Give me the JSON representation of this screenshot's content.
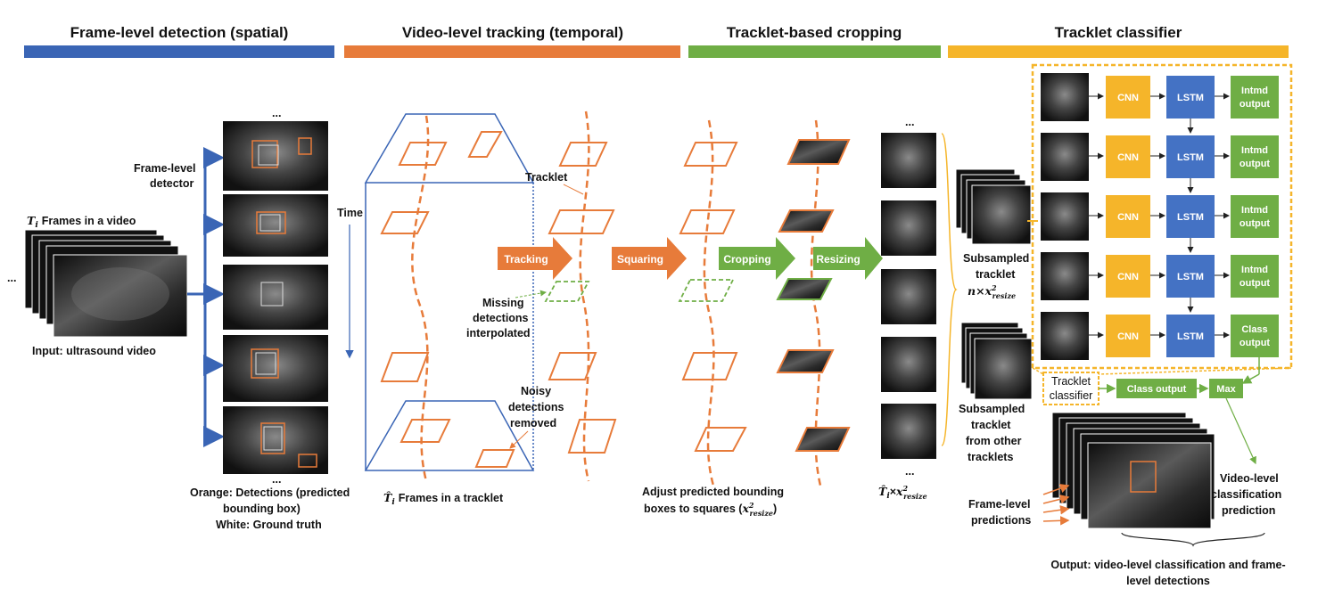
{
  "headers": {
    "frame_detection": "Frame-level detection (spatial)",
    "video_tracking": "Video-level tracking (temporal)",
    "cropping": "Tracklet-based cropping",
    "classifier": "Tracklet classifier"
  },
  "colors": {
    "blue": "#3a65b5",
    "orange": "#e77b3a",
    "green": "#6fae45",
    "yellow": "#f5b52a",
    "lstm_blue": "#4472c4",
    "dark_frame": "#1a1a1a"
  },
  "labels": {
    "frames_in_video": "Frames in a video",
    "frames_in_video_var": "T",
    "frames_in_video_sub": "i",
    "input": "Input: ultrasound video",
    "frame_level_detector_1": "Frame-level",
    "frame_level_detector_2": "detector",
    "legend_orange_1": "Orange: Detections (predicted",
    "legend_orange_2": "bounding box)",
    "legend_white": "White: Ground truth",
    "time": "Time",
    "tracklet": "Tracklet",
    "missing_1": "Missing",
    "missing_2": "detections",
    "missing_3": "interpolated",
    "noisy_1": "Noisy",
    "noisy_2": "detections",
    "noisy_3": "removed",
    "frames_in_tracklet": "Frames in a tracklet",
    "adjust_1": "Adjust predicted bounding",
    "adjust_2": "boxes to squares (",
    "tracklet_size": "×",
    "subsampled_1": "Subsampled",
    "subsampled_2": "tracklet",
    "subsampled_n": "n×",
    "subsampled_other_1": "Subsampled",
    "subsampled_other_2": "tracklet",
    "subsampled_other_3": "from other",
    "subsampled_other_4": "tracklets",
    "frame_level_predictions_1": "Frame-level",
    "frame_level_predictions_2": "predictions",
    "video_level_1": "Video-level",
    "video_level_2": "classification",
    "video_level_3": "prediction",
    "output_1": "Output: video-level classification and frame-",
    "output_2": "level detections",
    "tracklet_classifier_1": "Tracklet",
    "tracklet_classifier_2": "classifier",
    "ellipsis": "...",
    "math_x": "x",
    "math_sq": "2",
    "math_resize": "resize",
    "math_T": "T̂",
    "math_i": "i",
    "close_paren": ")"
  },
  "steps": {
    "tracking": "Tracking",
    "squaring": "Squaring",
    "cropping": "Cropping",
    "resizing": "Resizing"
  },
  "classifier_rows": [
    {
      "cnn": "CNN",
      "lstm": "LSTM",
      "out_1": "Intmd",
      "out_2": "output"
    },
    {
      "cnn": "CNN",
      "lstm": "LSTM",
      "out_1": "Intmd",
      "out_2": "output"
    },
    {
      "cnn": "CNN",
      "lstm": "LSTM",
      "out_1": "Intmd",
      "out_2": "output"
    },
    {
      "cnn": "CNN",
      "lstm": "LSTM",
      "out_1": "Intmd",
      "out_2": "output"
    },
    {
      "cnn": "CNN",
      "lstm": "LSTM",
      "out_1": "Class",
      "out_2": "output"
    }
  ],
  "class_output": "Class output",
  "max": "Max"
}
